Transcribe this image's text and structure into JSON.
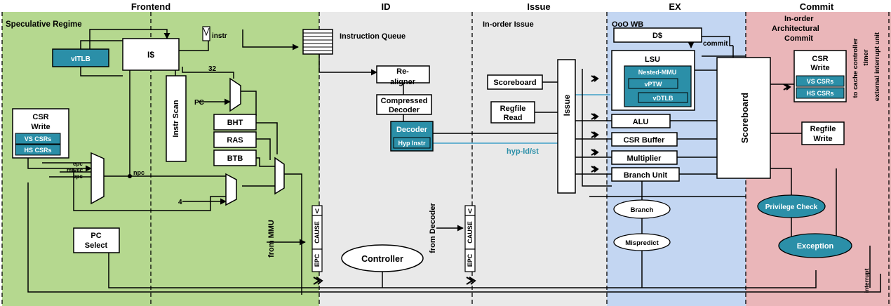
{
  "stages": {
    "frontend": "Frontend",
    "id": "ID",
    "issue": "Issue",
    "ex": "EX",
    "commit": "Commit"
  },
  "regions": {
    "speculative": "Speculative Regime",
    "inorder_issue": "In-order Issue",
    "ooo_wb": "OoO WB",
    "commit_line1": "In-order",
    "commit_line2": "Architectural",
    "commit_line3": "Commit"
  },
  "frontend": {
    "vitlb": "vITLB",
    "icache": "I$",
    "instr": "instr",
    "bus_width": "32",
    "instr_scan": "Instr Scan",
    "pc": "PC",
    "bht": "BHT",
    "ras": "RAS",
    "btb": "BTB",
    "four": "4",
    "npc": "npc",
    "csr_write_1": "CSR",
    "csr_write_2": "Write",
    "vs_csrs": "VS CSRs",
    "hs_csrs": "HS CSRs",
    "epc": "epc",
    "mtvec": "mtvec",
    "epc2": "epc",
    "pc_select_1": "PC",
    "pc_select_2": "Select",
    "from_mmu": "from MMU"
  },
  "id_stage": {
    "instruction_queue": "Instruction Queue",
    "realigner_1": "Re-",
    "realigner_2": "aligner",
    "compressed_1": "Compressed",
    "compressed_2": "Decoder",
    "decoder": "Decoder",
    "hyp_instr": "Hyp Instr",
    "controller": "Controller",
    "from_decoder": "from Decoder",
    "hyp_ldst": "hyp-ld/st"
  },
  "pipe_reg": {
    "v": "V",
    "cause": "CAUSE",
    "epc": "EPC"
  },
  "issue_stage": {
    "scoreboard": "Scoreboard",
    "regfile_read_1": "Regfile",
    "regfile_read_2": "Read",
    "issue": "Issue"
  },
  "ex_stage": {
    "dcache": "D$",
    "commit": "commit",
    "lsu": "LSU",
    "nested_mmu": "Nested-MMU",
    "vptw": "vPTW",
    "vdtlb": "vDTLB",
    "alu": "ALU",
    "csr_buffer": "CSR Buffer",
    "multiplier": "Multiplier",
    "branch_unit": "Branch Unit",
    "branch": "Branch",
    "mispredict": "Mispredict"
  },
  "commit_stage": {
    "scoreboard": "Scoreboard",
    "csr_write_1": "CSR",
    "csr_write_2": "Write",
    "vs_csrs": "VS CSRs",
    "hs_csrs": "HS CSRs",
    "regfile_write_1": "Regfile",
    "regfile_write_2": "Write",
    "privilege_check": "Privilege Check",
    "exception": "Exception",
    "interrupt": "interrupt",
    "to_cache_controller": "to cache controller",
    "timer": "timer",
    "external_interrupt": "external interrupt unit"
  },
  "colors": {
    "frontend_bg": "#b5d88f",
    "id_bg": "#e9e9e9",
    "ex_bg": "#c3d6f2",
    "commit_bg": "#eab6b9",
    "teal": "#2b8fa8",
    "hyp_line": "#3fa0c8"
  }
}
